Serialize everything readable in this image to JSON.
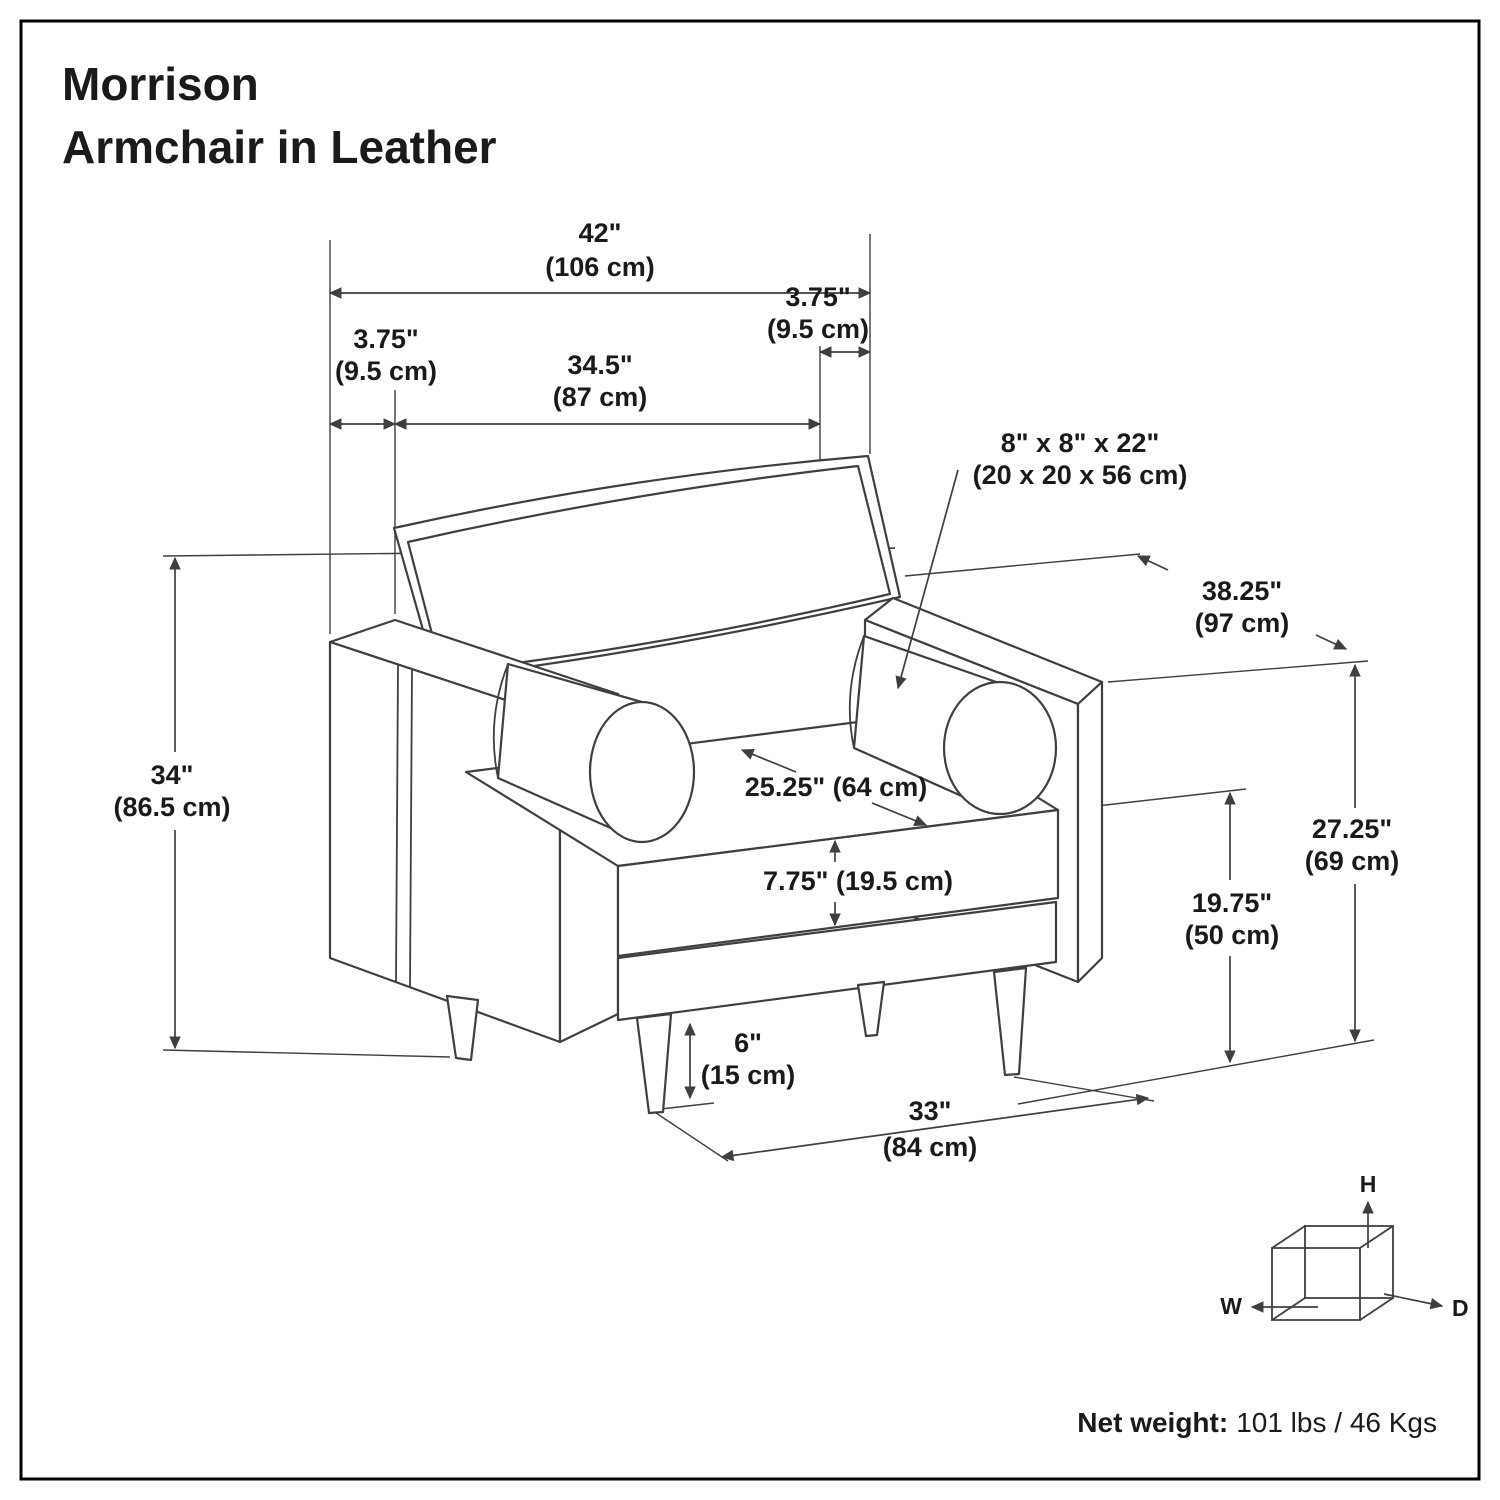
{
  "title": {
    "line1": "Morrison",
    "line2": "Armchair in Leather"
  },
  "dims": {
    "overall_width_in": "42\"",
    "overall_width_cm": "(106 cm)",
    "arm_thickness_left_in": "3.75\"",
    "arm_thickness_left_cm": "(9.5 cm)",
    "arm_thickness_right_in": "3.75\"",
    "arm_thickness_right_cm": "(9.5 cm)",
    "seat_width_in": "34.5\"",
    "seat_width_cm": "(87 cm)",
    "bolster_in": "8\" x 8\" x 22\"",
    "bolster_cm": "(20 x 20 x 56 cm)",
    "depth_in": "38.25\"",
    "depth_cm": "(97 cm)",
    "height_in": "34\"",
    "height_cm": "(86.5 cm)",
    "seat_depth": "25.25\" (64 cm)",
    "cushion_thickness": "7.75\" (19.5 cm)",
    "arm_height_in": "27.25\"",
    "arm_height_cm": "(69 cm)",
    "seat_height_in": "19.75\"",
    "seat_height_cm": "(50 cm)",
    "leg_height_in": "6\"",
    "leg_height_cm": "(15 cm)",
    "leg_span_in": "33\"",
    "leg_span_cm": "(84 cm)"
  },
  "axis": {
    "h": "H",
    "w": "W",
    "d": "D"
  },
  "footer": {
    "net_weight_label": "Net weight:",
    "net_weight_value": "101 lbs / 46 Kgs"
  }
}
